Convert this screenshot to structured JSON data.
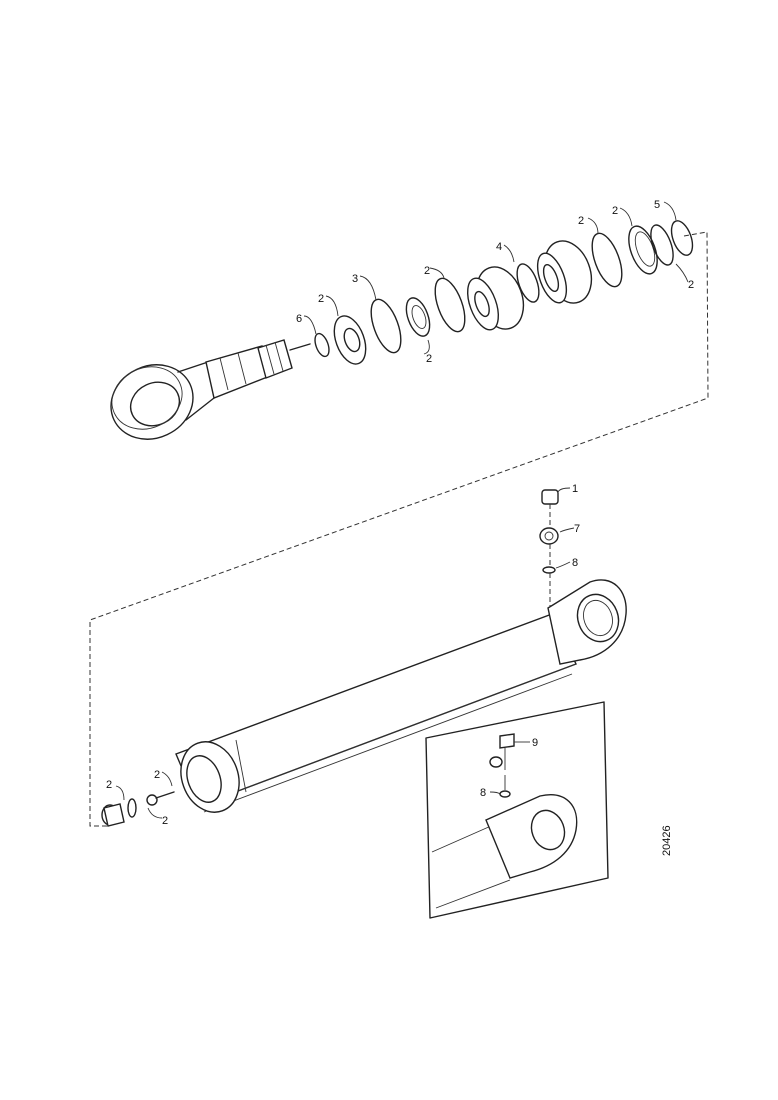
{
  "drawing_number": "20426",
  "callouts": {
    "rod_2_a": "2",
    "rod_3": "3",
    "rod_6": "6",
    "rod_2_b": "2",
    "rod_2_c": "2",
    "rod_4": "4",
    "rod_2_d": "2",
    "rod_2_e": "2",
    "rod_5": "5",
    "rod_2_f": "2",
    "top_1": "1",
    "top_7": "7",
    "top_8": "8",
    "end_2_a": "2",
    "end_2_b": "2",
    "end_2_c": "2",
    "inset_9": "9",
    "inset_8": "8"
  }
}
